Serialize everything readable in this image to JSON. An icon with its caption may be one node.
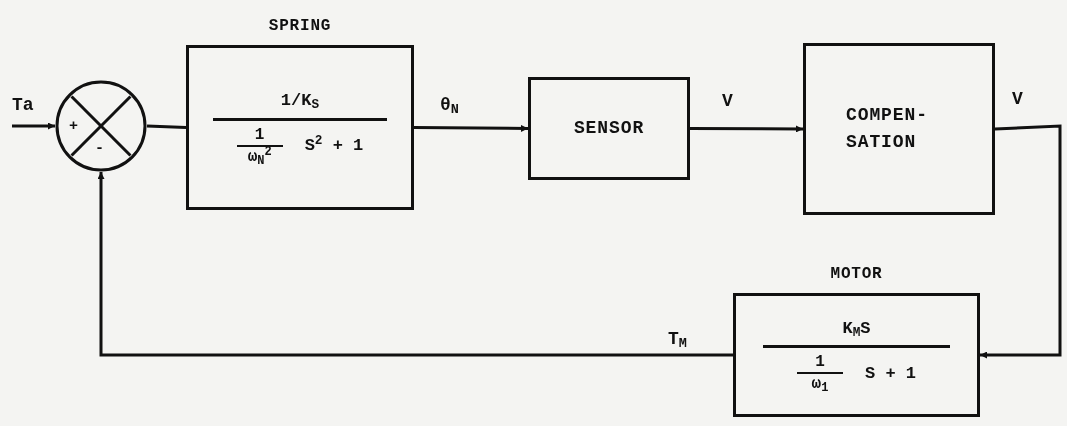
{
  "diagram": {
    "nodes": [
      {
        "text": [
          "+",
          "-"
        ]
      },
      {
        "text": [
          "SPRING",
          "1/K$_{S}$",
          "1",
          "ω$_{N}$$^{2}$",
          "S$^{2}$ + 1"
        ]
      },
      {
        "text": [
          "SENSOR"
        ]
      },
      {
        "text": [
          "COMPEN- SATION"
        ]
      },
      {
        "text": [
          "MOTOR",
          "K$_{M}$S",
          "1",
          "ω$_{1}$",
          "S + 1"
        ]
      }
    ],
    "edges": [
      {
        "from": null,
        "to": 0,
        "arrow": "to",
        "label": "Ta"
      },
      {
        "from": 0,
        "to": 1,
        "arrow": "none"
      },
      {
        "from": 1,
        "to": 2,
        "arrow": "to",
        "label": "θ$_{N}$"
      },
      {
        "from": 2,
        "to": 3,
        "arrow": "to",
        "label": "V"
      },
      {
        "from": 3,
        "to": 4,
        "arrow": "to",
        "label": "V"
      },
      {
        "from": 4,
        "to": 0,
        "arrow": "to",
        "label": "T$_{M}$"
      }
    ]
  }
}
